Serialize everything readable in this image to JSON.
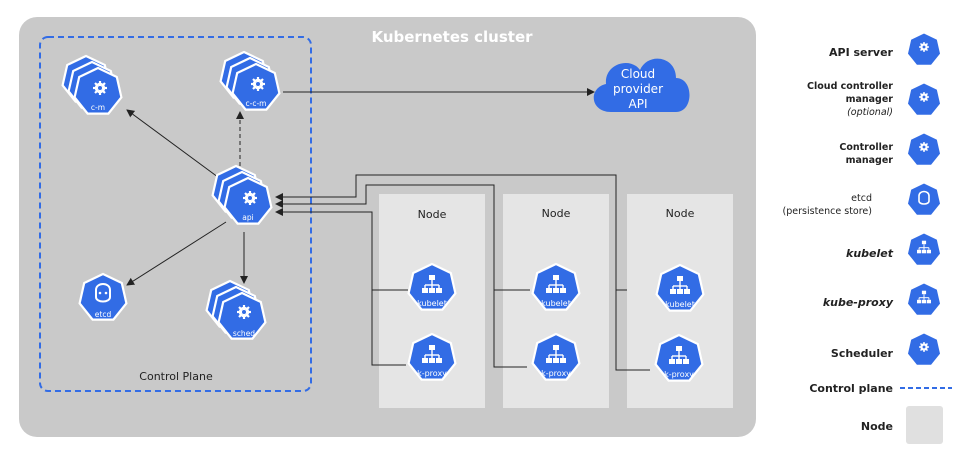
{
  "diagram": {
    "cluster_title": "Kubernetes cluster",
    "control_plane_label": "Control Plane",
    "cloud": {
      "line1": "Cloud",
      "line2": "provider",
      "line3": "API"
    },
    "components": {
      "cm": "c-m",
      "ccm": "c-c-m",
      "api": "api",
      "etcd": "etcd",
      "sched": "sched"
    },
    "nodes": [
      {
        "title": "Node",
        "kubelet": "kubelet",
        "proxy": "k-proxy"
      },
      {
        "title": "Node",
        "kubelet": "kubelet",
        "proxy": "k-proxy"
      },
      {
        "title": "Node",
        "kubelet": "kubelet",
        "proxy": "k-proxy"
      }
    ]
  },
  "legend": {
    "api_server": "API server",
    "ccm_line1": "Cloud controller",
    "ccm_line2": "manager",
    "ccm_line3": "(optional)",
    "cm_line1": "Controller",
    "cm_line2": "manager",
    "etcd_line1": "etcd",
    "etcd_line2": "(persistence store)",
    "kubelet": "kubelet",
    "kube_proxy": "kube-proxy",
    "scheduler": "Scheduler",
    "control_plane": "Control plane",
    "node": "Node"
  },
  "colors": {
    "k8s_blue": "#326ce5",
    "cluster_bg": "#c9c9c9",
    "node_bg": "#e5e5e5"
  }
}
